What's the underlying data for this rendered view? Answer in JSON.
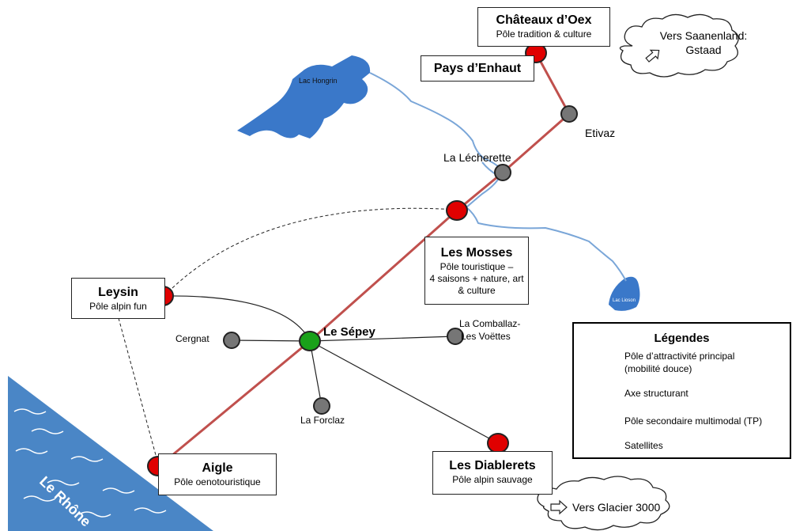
{
  "poles": {
    "chateau_doex": {
      "name": "Châteaux d’Oex",
      "desc": "Pôle tradition & culture"
    },
    "pays_denhaut": {
      "name": "Pays d’Enhaut"
    },
    "les_mosses": {
      "name": "Les Mosses",
      "desc_l1": "Pôle touristique –",
      "desc_l2": "4 saisons + nature, art",
      "desc_l3": "& culture"
    },
    "leysin": {
      "name": "Leysin",
      "desc": "Pôle alpin fun"
    },
    "aigle": {
      "name": "Aigle",
      "desc": "Pôle oenotouristique"
    },
    "les_diablerets": {
      "name": "Les Diablerets",
      "desc": "Pôle alpin sauvage"
    }
  },
  "hub": {
    "name": "Le Sépey"
  },
  "satellites": {
    "etivaz": "Etivaz",
    "la_lecherette": "La Lécherette",
    "cergnat": "Cergnat",
    "la_comballaz_l1": "La Comballaz-",
    "la_comballaz_l2": "Les Voëttes",
    "la_forclaz": "La Forclaz"
  },
  "water": {
    "lac_hongrin": "Lac Hongrin",
    "lac_lioson": "Lac Lioson",
    "rhone": "Le Rhône"
  },
  "clouds": {
    "saanenland_l1": "Vers Saanenland:",
    "saanenland_l2": "Gstaad",
    "glacier": "Vers Glacier 3000"
  },
  "legend": {
    "title": "Légendes",
    "main_pole_l1": "Pôle d’attractivité principal",
    "main_pole_l2": "(mobilité douce)",
    "axis": "Axe structurant",
    "secondary_pole": "Pôle secondaire multimodal (TP)",
    "satellites": "Satellites"
  },
  "colors": {
    "main_pole": "#e00000",
    "secondary_pole": "#1aa11a",
    "satellite": "#767676",
    "axis": "#c0504d",
    "water": "#3a78c9",
    "river": "#7aa6d8"
  }
}
